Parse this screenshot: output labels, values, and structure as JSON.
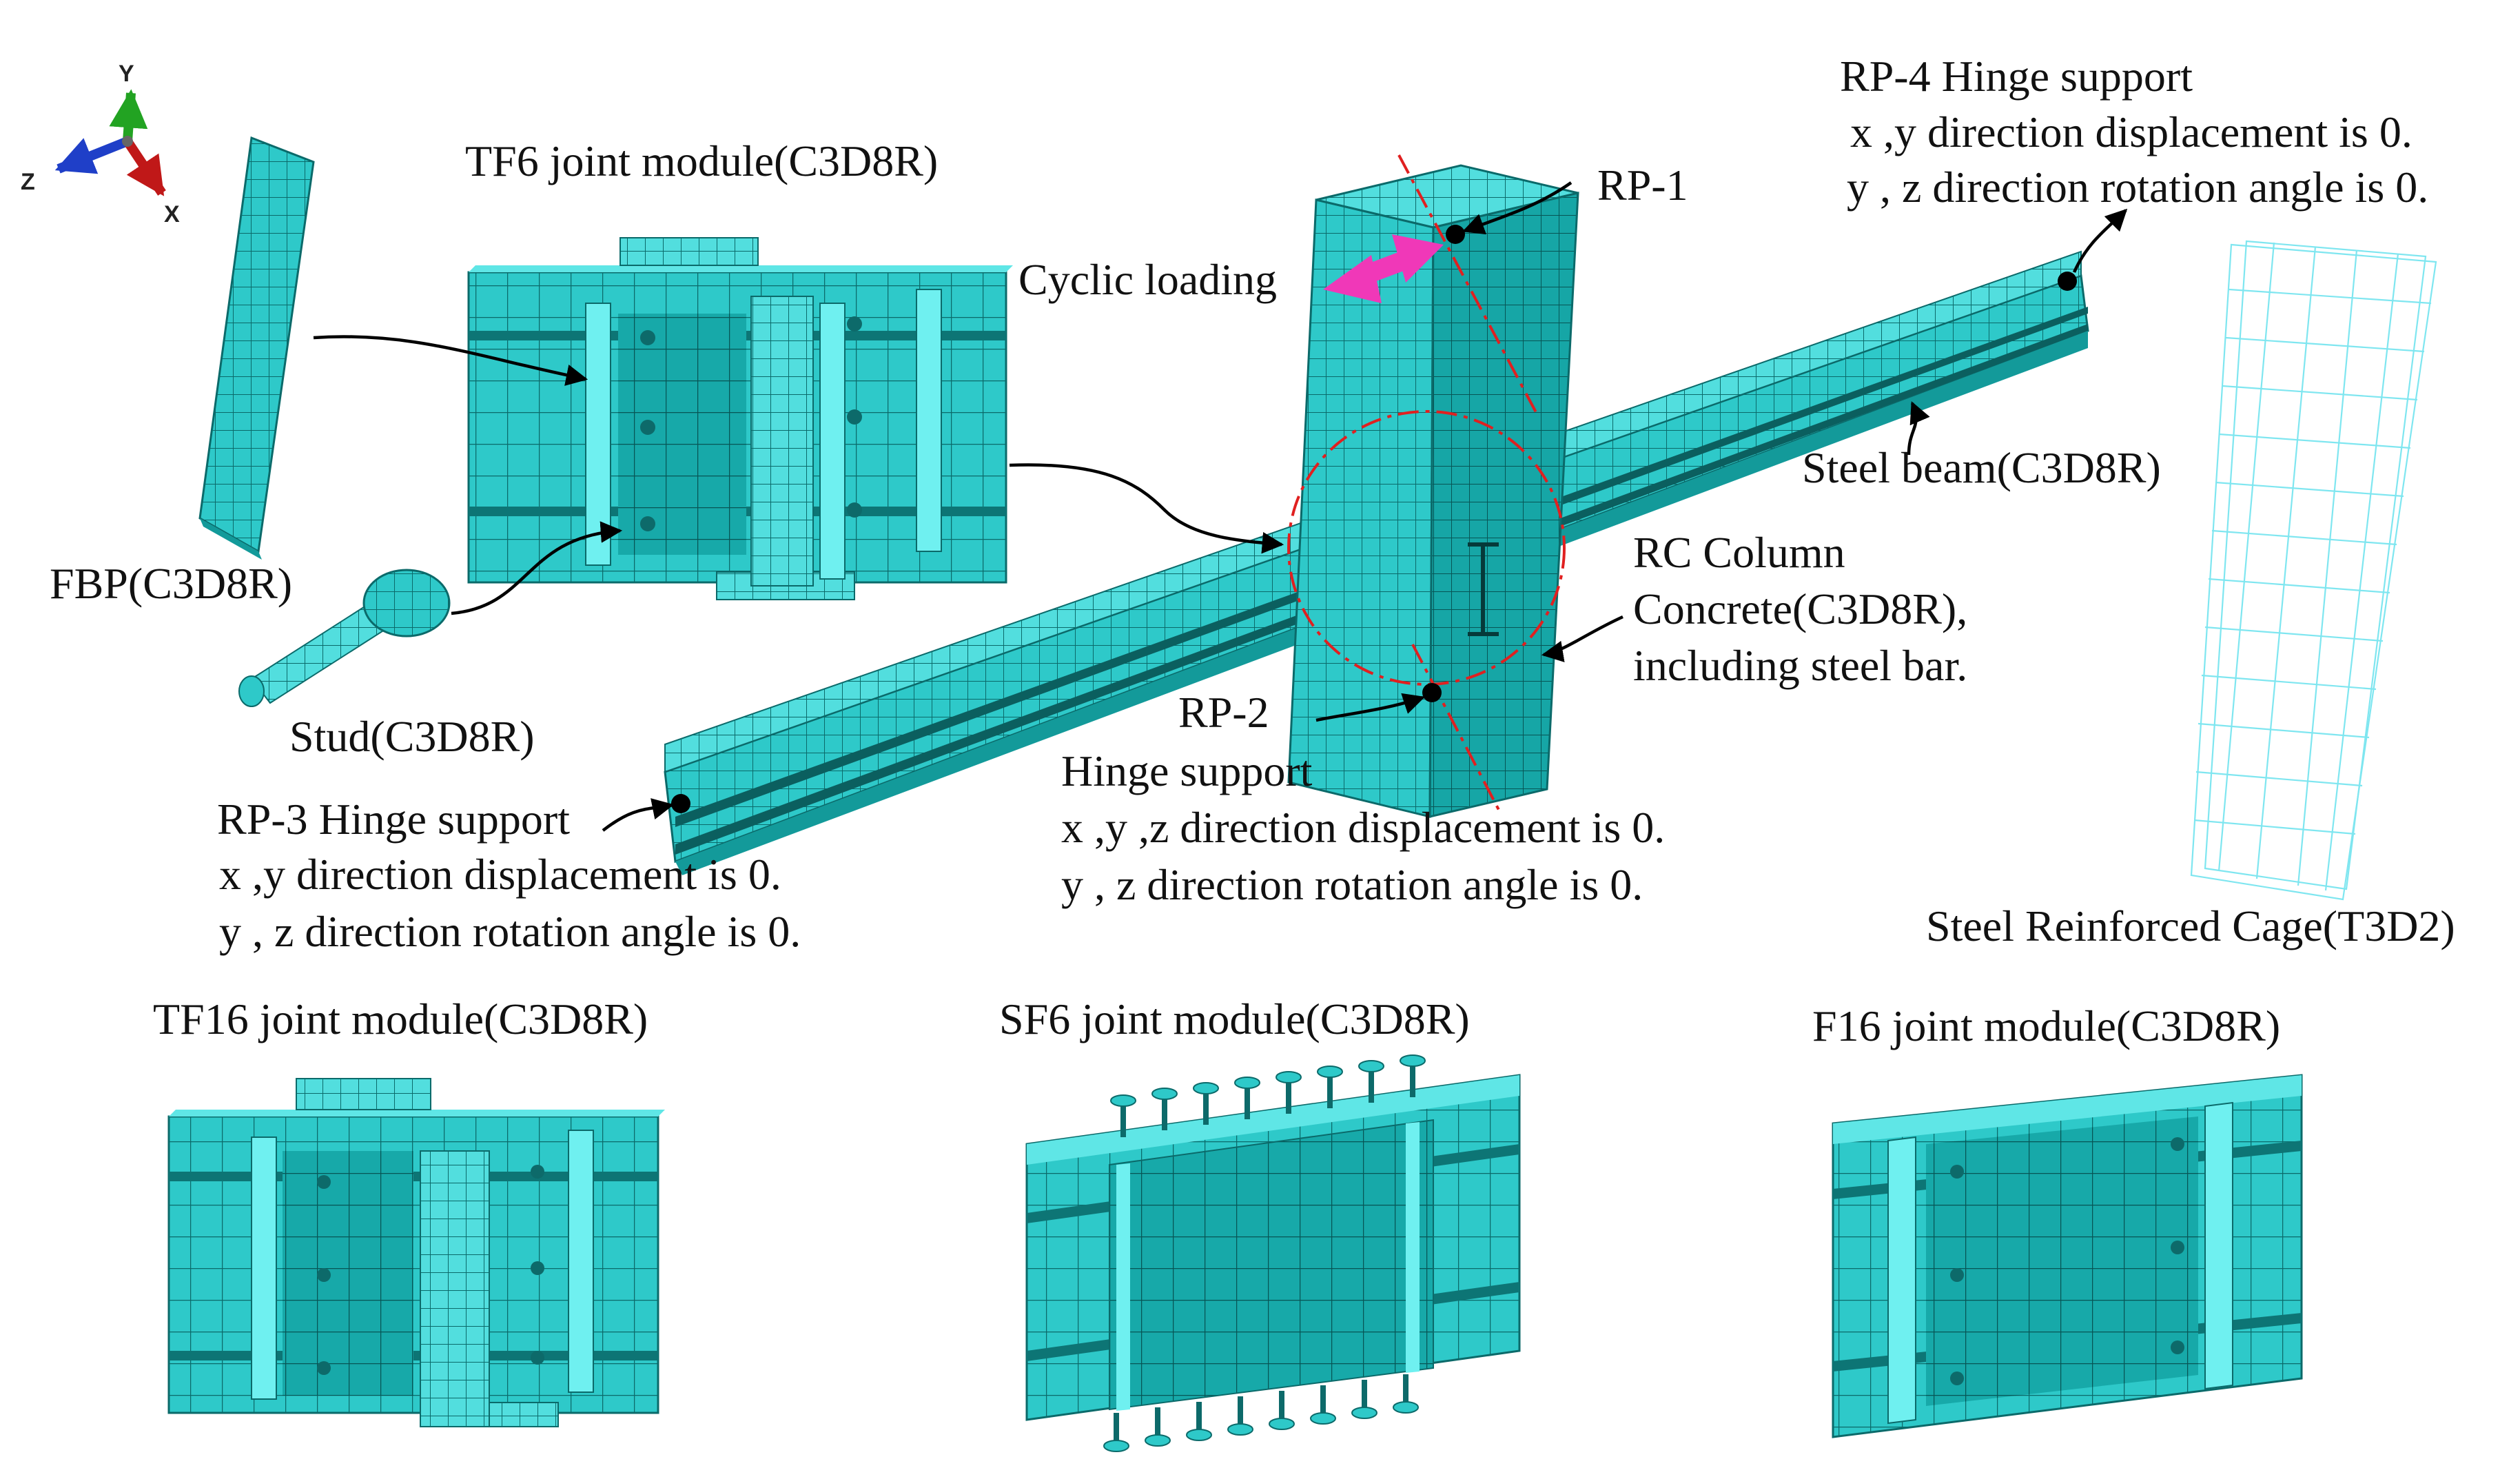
{
  "axes": {
    "x": "X",
    "y": "Y",
    "z": "Z"
  },
  "labels": {
    "tf6": "TF6 joint module(C3D8R)",
    "fbp": "FBP(C3D8R)",
    "stud": "Stud(C3D8R)",
    "cyclic": "Cyclic loading",
    "rp1": "RP-1",
    "rp2": "RP-2",
    "rp2_l1": "Hinge support",
    "rp2_l2": "x ,y ,z direction displacement is 0.",
    "rp2_l3": "y , z direction rotation angle is 0.",
    "rp3_l1": "RP-3 Hinge support",
    "rp3_l2": "x ,y  direction displacement is 0.",
    "rp3_l3": "y , z direction rotation angle is 0.",
    "rp4_l1": "RP-4 Hinge support",
    "rp4_l2": "x ,y  direction displacement is 0.",
    "rp4_l3": "y , z direction rotation angle is 0.",
    "steel_beam": "Steel beam(C3D8R)",
    "rc_l1": "RC Column",
    "rc_l2": "Concrete(C3D8R),",
    "rc_l3": "including steel bar.",
    "cage": "Steel Reinforced Cage(T3D2)",
    "tf16": "TF16 joint module(C3D8R)",
    "sf6": "SF6 joint module(C3D8R)",
    "f16": "F16 joint module(C3D8R)"
  },
  "colors": {
    "mesh": "#2ec9c9",
    "mesh_dark": "#139a9a",
    "mesh_light": "#5fe6e6",
    "grid": "#0b6a6a",
    "load_arrow": "#f038b8",
    "dash": "#e02020",
    "cage": "#7fe6f0"
  }
}
